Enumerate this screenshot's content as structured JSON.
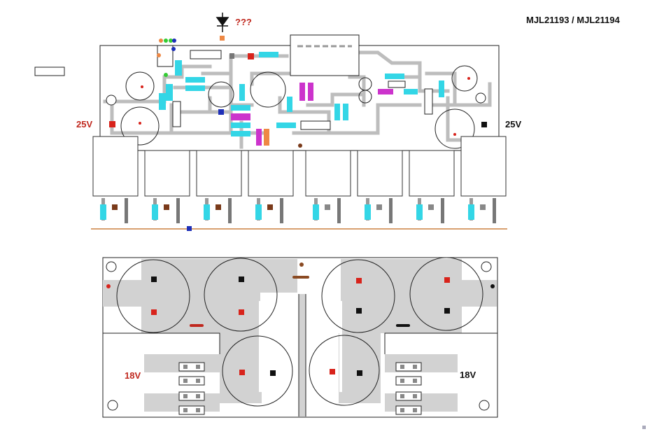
{
  "header": {
    "part_numbers": "MJL21193 / MJL21194"
  },
  "annotations": {
    "diode_unknown": "???"
  },
  "top_board": {
    "left_supply": "25V",
    "right_supply": "25V"
  },
  "bottom_board": {
    "left_supply": "18V",
    "right_supply": "18V"
  },
  "colors": {
    "trace": "#bdbdbd",
    "outline": "#222222",
    "pad_red": "#d8231b",
    "pad_black": "#111111",
    "resistor_cyan": "#33d6e6",
    "capacitor_magenta": "#cc33cc",
    "pad_orange": "#ee8844",
    "rail_copper": "#d8a070",
    "label_red": "#c0281e"
  }
}
